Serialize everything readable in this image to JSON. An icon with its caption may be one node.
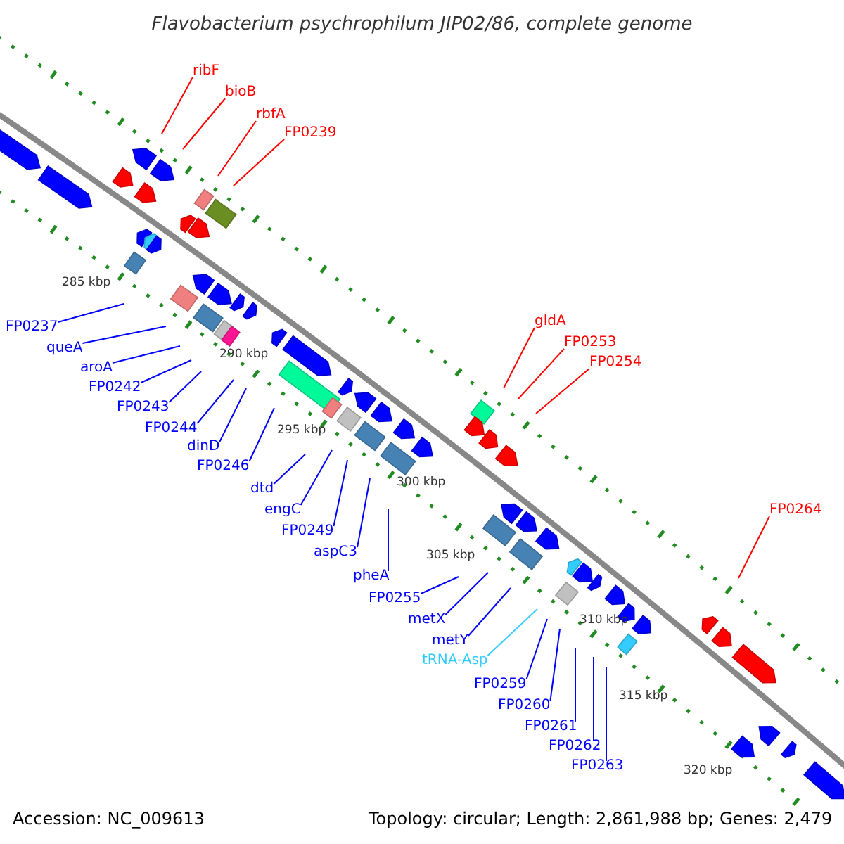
{
  "diagram": {
    "title": "Flavobacterium psychrophilum JIP02/86, complete genome",
    "nodes": [
      {
        "text": [
          "ribF"
        ]
      },
      {
        "text": [
          "bioB"
        ]
      },
      {
        "text": [
          "rbfA"
        ]
      },
      {
        "text": [
          "FP0239"
        ]
      },
      {
        "text": [
          "FP0237"
        ]
      },
      {
        "text": [
          "queA"
        ]
      },
      {
        "text": [
          "aroA"
        ]
      },
      {
        "text": [
          "FP0242"
        ]
      },
      {
        "text": [
          "FP0243"
        ]
      },
      {
        "text": [
          "FP0244"
        ]
      },
      {
        "text": [
          "dinD"
        ]
      },
      {
        "text": [
          "FP0246"
        ]
      },
      {
        "text": [
          "dtd"
        ]
      },
      {
        "text": [
          "engC"
        ]
      },
      {
        "text": [
          "FP0249"
        ]
      },
      {
        "text": [
          "aspC3"
        ]
      },
      {
        "text": [
          "pheA"
        ]
      },
      {
        "text": [
          "FP0255"
        ]
      },
      {
        "text": [
          "metX"
        ]
      },
      {
        "text": [
          "metY"
        ]
      },
      {
        "text": [
          "tRNA-Asp"
        ]
      },
      {
        "text": [
          "FP0259"
        ]
      },
      {
        "text": [
          "FP0260"
        ]
      },
      {
        "text": [
          "FP0261"
        ]
      },
      {
        "text": [
          "FP0262"
        ]
      },
      {
        "text": [
          "FP0263"
        ]
      },
      {
        "text": [
          "gldA"
        ]
      },
      {
        "text": [
          "FP0253"
        ]
      },
      {
        "text": [
          "FP0254"
        ]
      },
      {
        "text": [
          "FP0264"
        ]
      }
    ],
    "edges": [
      {
        "from": 0,
        "to": null,
        "arrow": "none",
        "color": "#ff0000"
      },
      {
        "from": 1,
        "to": null,
        "arrow": "none",
        "color": "#ff0000"
      },
      {
        "from": 2,
        "to": null,
        "arrow": "none",
        "color": "#ff0000"
      },
      {
        "from": 3,
        "to": null,
        "arrow": "none",
        "color": "#ff0000"
      },
      {
        "from": 4,
        "to": null,
        "arrow": "none"
      },
      {
        "from": 5,
        "to": null,
        "arrow": "none"
      },
      {
        "from": 6,
        "to": null,
        "arrow": "none"
      },
      {
        "from": 7,
        "to": null,
        "arrow": "none"
      },
      {
        "from": 8,
        "to": null,
        "arrow": "none"
      },
      {
        "from": 9,
        "to": null,
        "arrow": "none"
      },
      {
        "from": 10,
        "to": null,
        "arrow": "none"
      },
      {
        "from": 11,
        "to": null,
        "arrow": "none"
      },
      {
        "from": 12,
        "to": null,
        "arrow": "none"
      },
      {
        "from": 13,
        "to": null,
        "arrow": "none"
      },
      {
        "from": 14,
        "to": null,
        "arrow": "none"
      },
      {
        "from": 15,
        "to": null,
        "arrow": "none"
      },
      {
        "from": 16,
        "to": null,
        "arrow": "none"
      },
      {
        "from": 17,
        "to": null,
        "arrow": "none"
      },
      {
        "from": 18,
        "to": null,
        "arrow": "none"
      },
      {
        "from": 19,
        "to": null,
        "arrow": "none"
      },
      {
        "from": 20,
        "to": null,
        "arrow": "none",
        "color": "#33ccff"
      },
      {
        "from": 21,
        "to": null,
        "arrow": "none"
      },
      {
        "from": 22,
        "to": null,
        "arrow": "none"
      },
      {
        "from": 23,
        "to": null,
        "arrow": "none"
      },
      {
        "from": 24,
        "to": null,
        "arrow": "none"
      },
      {
        "from": 25,
        "to": null,
        "arrow": "none"
      },
      {
        "from": 26,
        "to": null,
        "arrow": "none",
        "color": "#ff0000"
      },
      {
        "from": 27,
        "to": null,
        "arrow": "none",
        "color": "#ff0000"
      },
      {
        "from": 28,
        "to": null,
        "arrow": "none",
        "color": "#ff0000"
      },
      {
        "from": 29,
        "to": null,
        "arrow": "none",
        "color": "#ff0000"
      }
    ],
    "labels": [
      "285 kbp",
      "290 kbp",
      "295 kbp",
      "300 kbp",
      "305 kbp",
      "310 kbp",
      "315 kbp",
      "320 kbp",
      "Accession: NC_009613",
      "Topology: circular; Length: 2,861,988 bp; Genes: 2,479"
    ]
  }
}
